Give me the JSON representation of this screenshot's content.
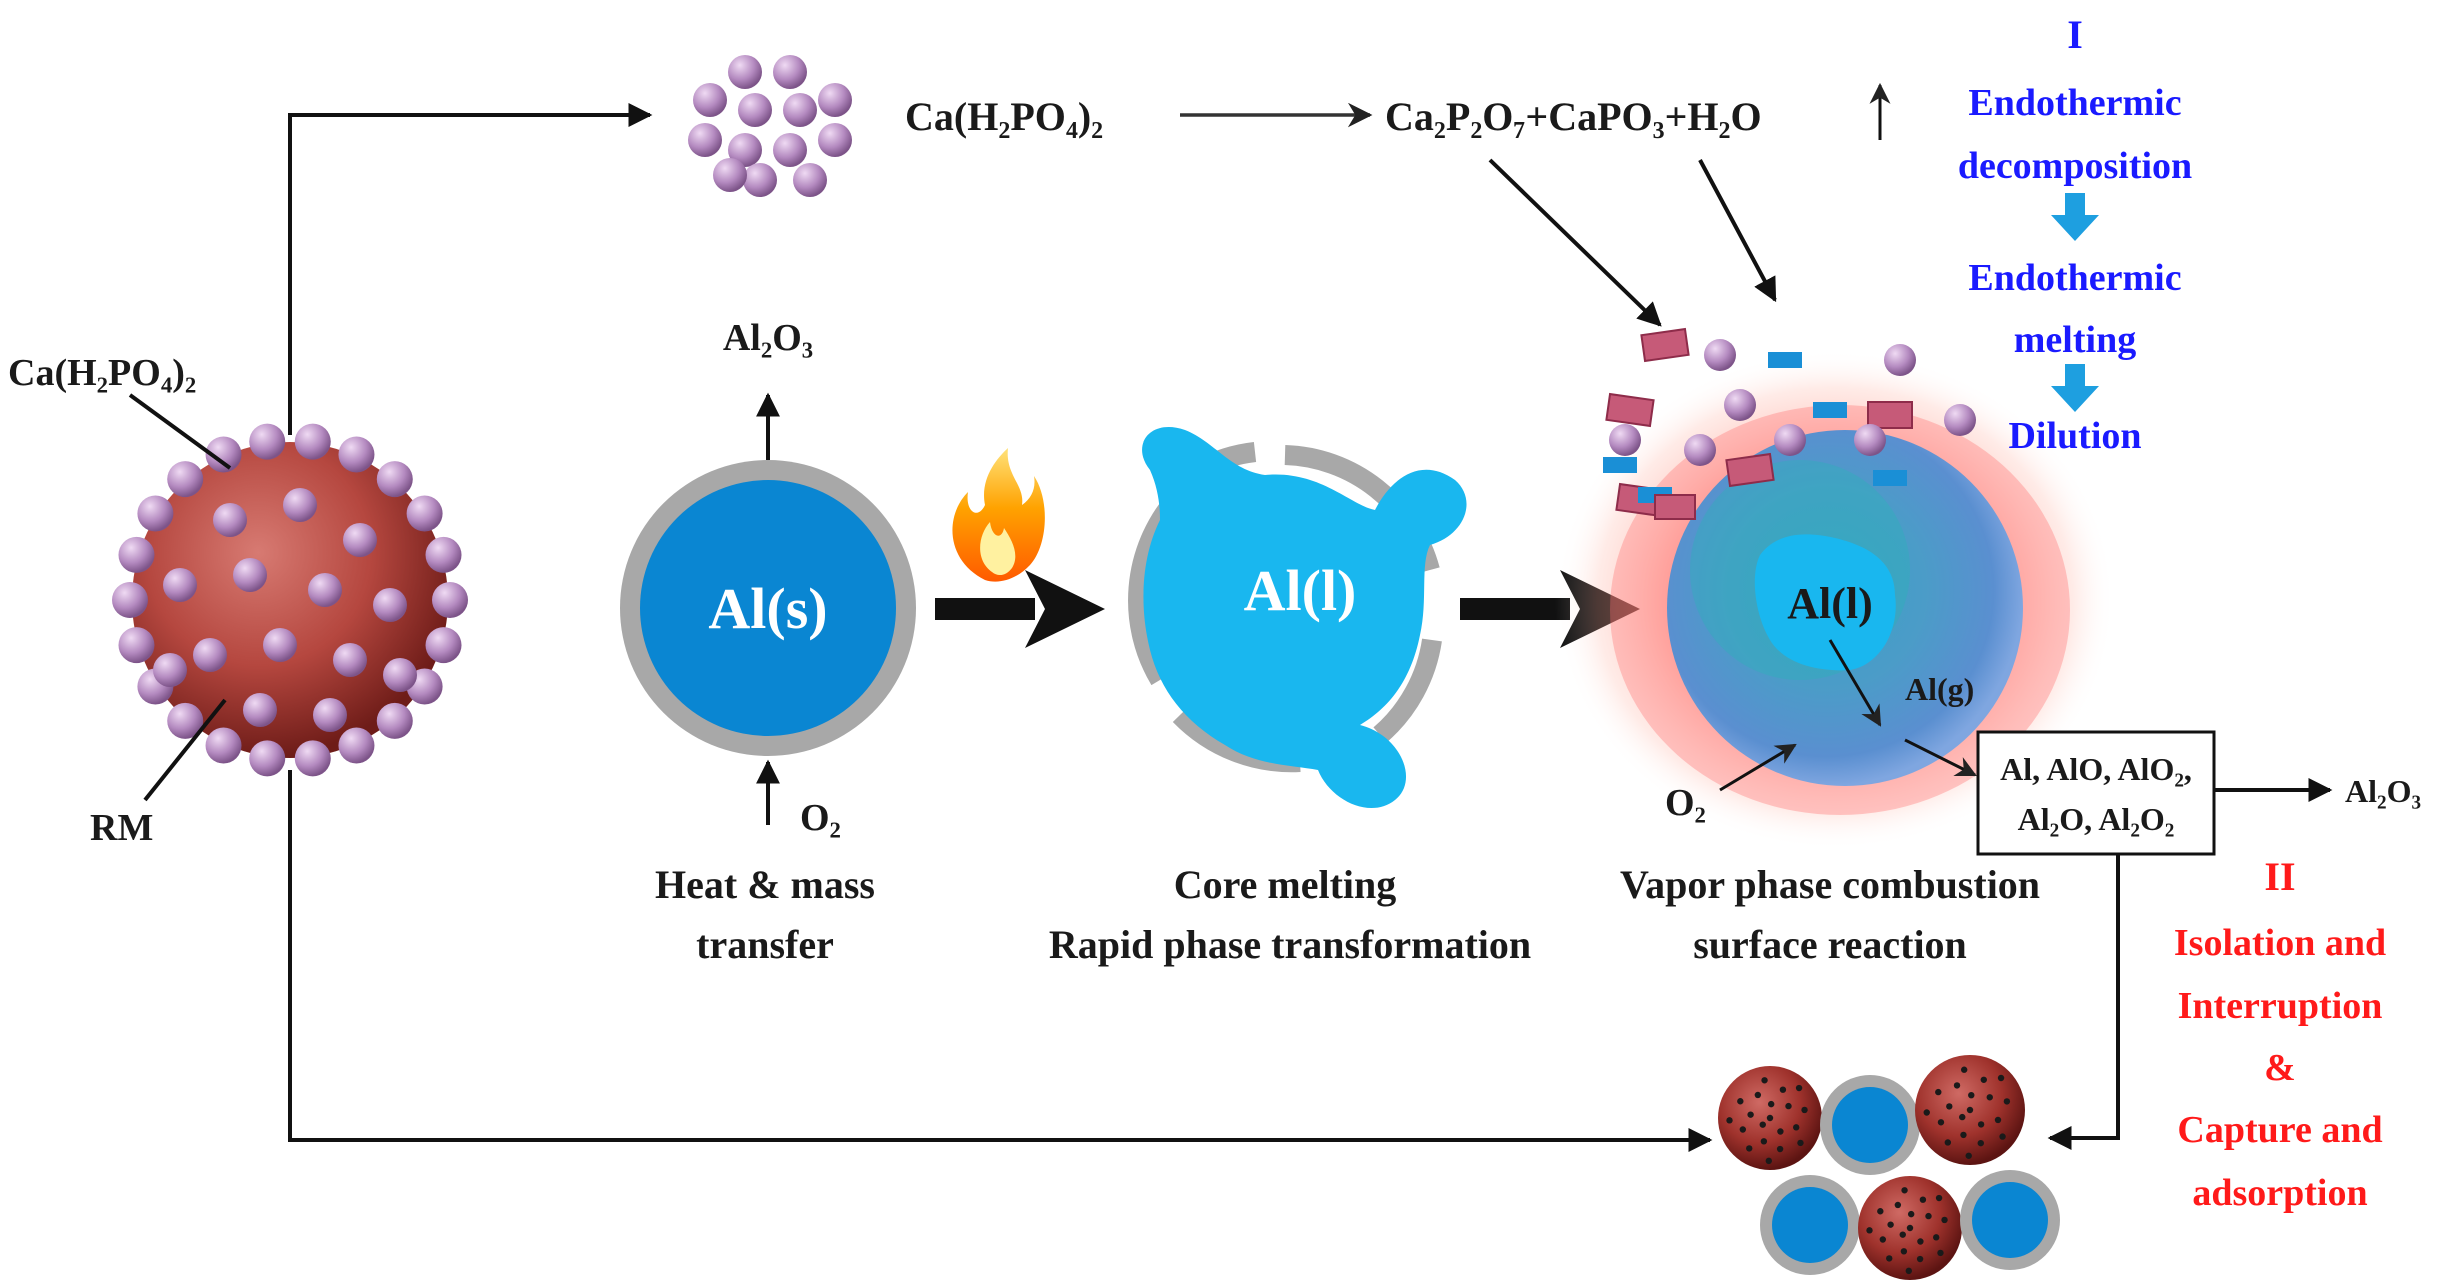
{
  "colors": {
    "rm_particle": "#a43838",
    "phosphate_dot": "#b48ac0",
    "aluminum_core": "#0a86d2",
    "molten_core": "#19b7ef",
    "oxide_shell": "#a8a8a8",
    "mechanism_one_text": "#1a1aff",
    "mechanism_two_text": "#ff1a1a",
    "flame_glow": "#ff5050"
  },
  "labels": {
    "left_additive": "Ca(H₂PO₄)₂",
    "left_rm": "RM",
    "top_reactant": "Ca(H₂PO₄)₂",
    "top_products": "Ca₂P₂O₇+CaPO₃+H₂O",
    "stage1_product": "Al₂O₃",
    "stage1_core": "Al(s)",
    "stage1_oxygen": "O₂",
    "stage1_caption_line1": "Heat & mass",
    "stage1_caption_line2": "transfer",
    "stage2_core": "Al(l)",
    "stage2_caption_line1": "Core melting",
    "stage2_caption_line2": "Rapid phase transformation",
    "stage3_core": "Al(l)",
    "stage3_vapor": "Al(g)",
    "stage3_oxygen": "O₂",
    "stage3_caption_line1": "Vapor phase combustion",
    "stage3_caption_line2": "surface reaction",
    "species_line1": "Al, AlO, AlO₂,",
    "species_line2": "Al₂O, Al₂O₂",
    "final_product": "Al₂O₃"
  },
  "mechanism_one": {
    "numeral": "I",
    "step1_line1": "Endothermic",
    "step1_line2": "decomposition",
    "step2_line1": "Endothermic",
    "step2_line2": "melting",
    "step3": "Dilution"
  },
  "mechanism_two": {
    "numeral": "II",
    "line1": "Isolation and",
    "line2": "Interruption",
    "line3": "&",
    "line4": "Capture and",
    "line5": "adsorption"
  }
}
